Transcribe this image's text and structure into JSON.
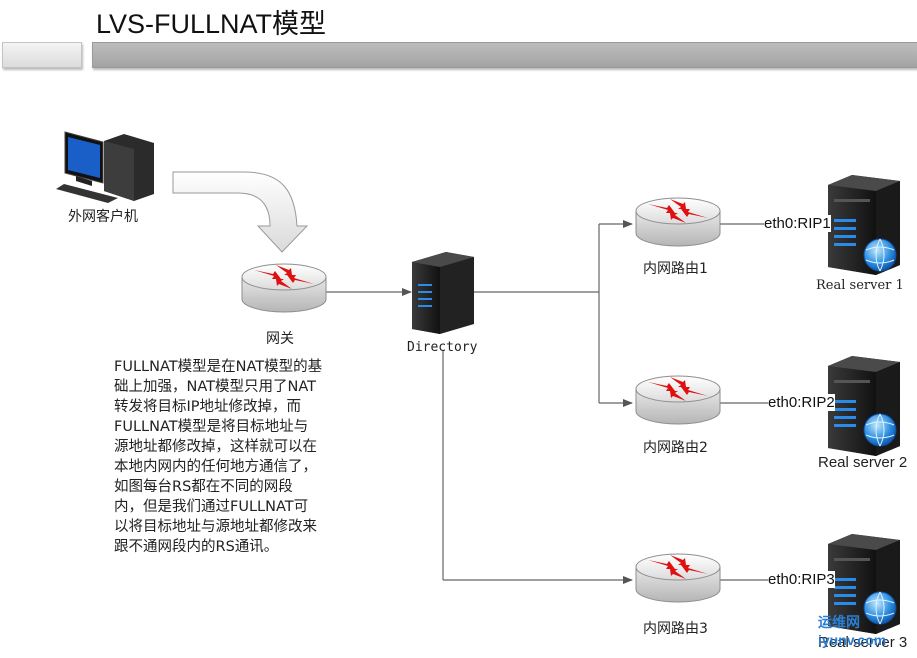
{
  "title": "LVS-FULLNAT模型",
  "nodes": {
    "client": "外网客户机",
    "gateway": "网关",
    "director": "Directory",
    "router1": "内网路由1",
    "router2": "内网路由2",
    "router3": "内网路由3",
    "server1": "Real server 1",
    "server2": "Real server 2",
    "server3": "Real server 3"
  },
  "interfaces": {
    "rip1": "eth0:RIP1",
    "rip2": "eth0:RIP2",
    "rip3": "eth0:RIP3"
  },
  "description": [
    "FULLNAT模型是在NAT模型的基",
    "础上加强，NAT模型只用了NAT",
    "转发将目标IP地址修改掉，而",
    "FULLNAT模型是将目标地址与",
    "源地址都修改掉，这样就可以在",
    "本地内网内的任何地方通信了，",
    "如图每台RS都在不同的网段",
    "内，但是我们通过FULLNAT可",
    "以将目标地址与源地址都修改来",
    "跟不通网段内的RS通讯。"
  ],
  "watermark": "运维网 iyunv.com"
}
